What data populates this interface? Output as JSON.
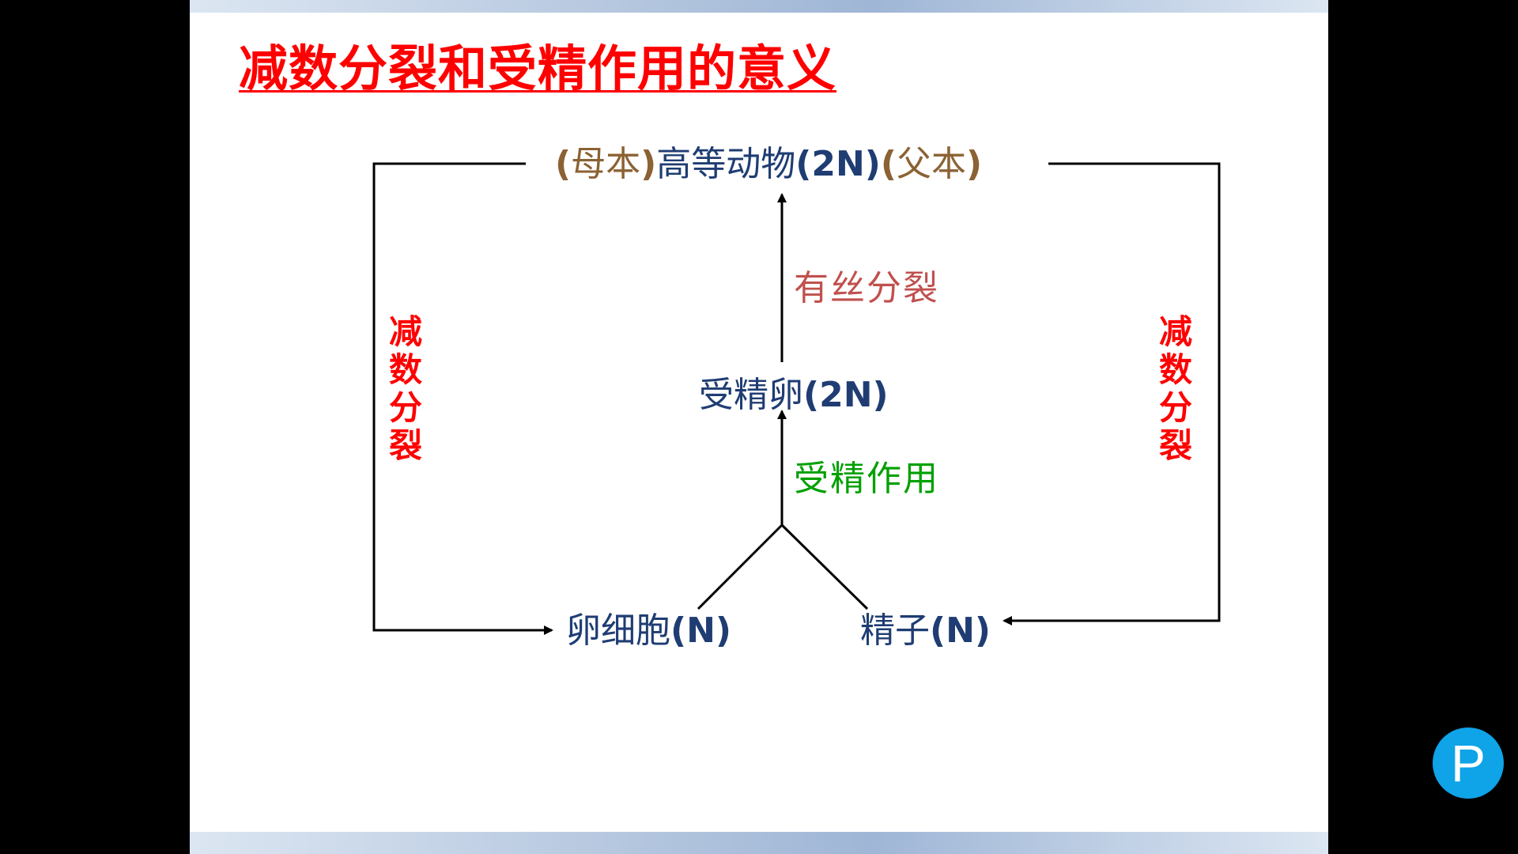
{
  "slide": {
    "title": "减数分裂和受精作用的意义"
  },
  "diagram": {
    "parent_node": {
      "open1": "(",
      "mother": "母本",
      "close1": ")",
      "animal": "高等动物",
      "ploidy": "(2N)",
      "open2": "(",
      "father": "父本",
      "close2": ")"
    },
    "zygote_node": {
      "name": "受精卵",
      "ploidy": "(2N)"
    },
    "egg_node": {
      "name": "卵细胞",
      "ploidy": "(N)"
    },
    "sperm_node": {
      "name": "精子",
      "ploidy": "(N)"
    },
    "labels": {
      "mitosis": "有丝分裂",
      "fertilization": "受精作用",
      "meiosis_left": "减数分裂",
      "meiosis_right": "减数分裂"
    },
    "colors": {
      "title": "#ff0000",
      "parent_paren": "#8b6234",
      "node_text": "#1f3d73",
      "mitosis": "#c0504d",
      "fertilization": "#00a000",
      "meiosis": "#ff0000",
      "lines": "#000000"
    }
  },
  "overlay": {
    "p_button_label": "P",
    "p_button_color": "#0fa3e8"
  }
}
